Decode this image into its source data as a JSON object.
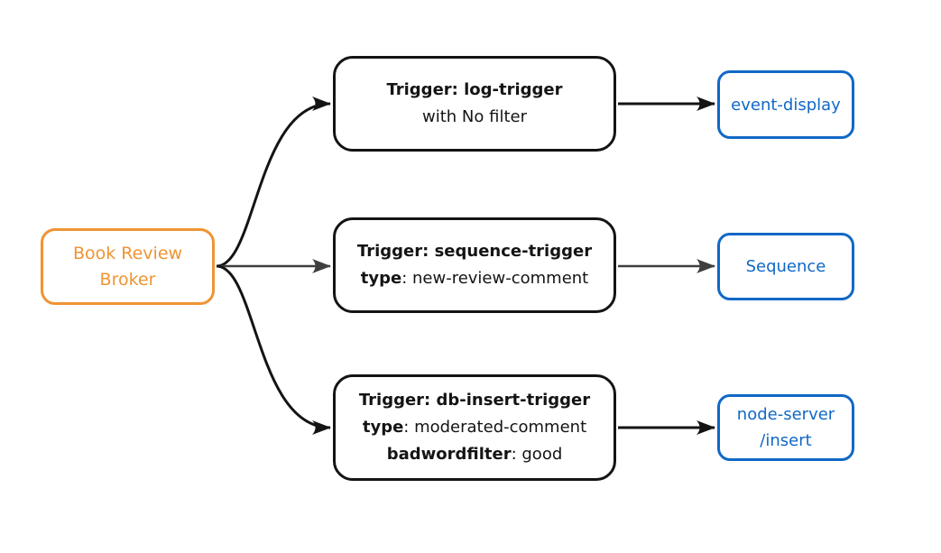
{
  "colors": {
    "background": "#ffffff",
    "broker_accent": "#ef9433",
    "sink_accent": "#1168c6",
    "node_ink": "#141414",
    "edge_gray": "#3f3f3f"
  },
  "broker": {
    "lines": [
      "Book Review",
      "Broker"
    ]
  },
  "triggers": [
    {
      "title": "Trigger: log-trigger",
      "detail": "with No filter"
    },
    {
      "title": "Trigger: sequence-trigger",
      "attr1_key": "type",
      "attr1_value": ": new-review-comment"
    },
    {
      "title": "Trigger: db-insert-trigger",
      "attr1_key": "type",
      "attr1_value": ": moderated-comment",
      "attr2_key": "badwordfilter",
      "attr2_value": ": good"
    }
  ],
  "sinks": [
    {
      "lines": [
        "event-display"
      ]
    },
    {
      "lines": [
        "Sequence"
      ]
    },
    {
      "lines": [
        "node-server",
        "/insert"
      ]
    }
  ]
}
